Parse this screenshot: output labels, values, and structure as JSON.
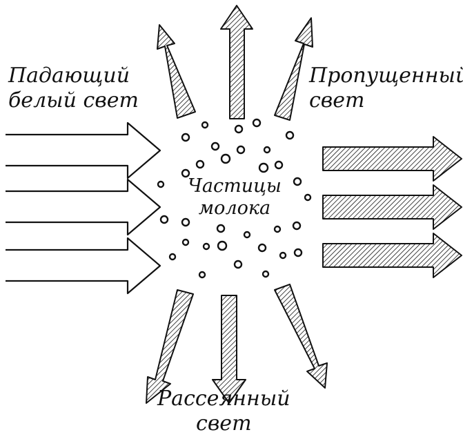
{
  "labels": {
    "incident": {
      "line1": "Падающий",
      "line2": "белый свет"
    },
    "transmitted": {
      "line1": "Пропущенный",
      "line2": "свет"
    },
    "scattered": {
      "line1": "Рассеянный",
      "line2": "свет"
    },
    "particles": {
      "line1": "Частицы",
      "line2": "молока"
    }
  },
  "colors": {
    "ink": "#111111",
    "background": "#ffffff"
  }
}
